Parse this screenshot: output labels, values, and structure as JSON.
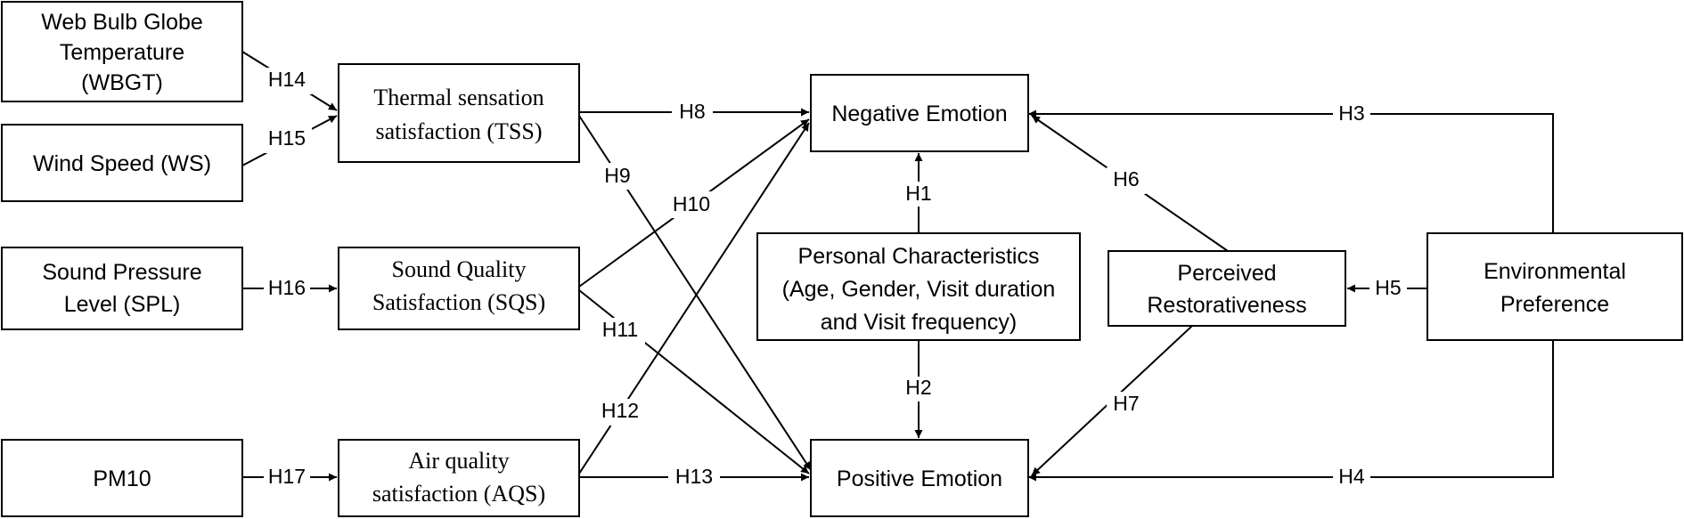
{
  "nodes": {
    "wbgt": [
      "Web Bulb Globe",
      "Temperature",
      "(WBGT)"
    ],
    "ws": [
      "Wind Speed (WS)"
    ],
    "spl": [
      "Sound Pressure",
      "Level (SPL)"
    ],
    "pm10": [
      "PM10"
    ],
    "tss": [
      "Thermal sensation",
      "satisfaction (TSS)"
    ],
    "sqs": [
      "Sound Quality",
      "Satisfaction (SQS)"
    ],
    "aqs": [
      "Air quality",
      "satisfaction (AQS)"
    ],
    "negative": [
      "Negative Emotion"
    ],
    "positive": [
      "Positive Emotion"
    ],
    "personal": [
      "Personal Characteristics",
      "(Age, Gender, Visit duration",
      "and Visit frequency)"
    ],
    "restorative": [
      "Perceived",
      "Restorativeness"
    ],
    "preference": [
      "Environmental",
      "Preference"
    ]
  },
  "hypotheses": {
    "h1": "H1",
    "h2": "H2",
    "h3": "H3",
    "h4": "H4",
    "h5": "H5",
    "h6": "H6",
    "h7": "H7",
    "h8": "H8",
    "h9": "H9",
    "h10": "H10",
    "h11": "H11",
    "h12": "H12",
    "h13": "H13",
    "h14": "H14",
    "h15": "H15",
    "h16": "H16",
    "h17": "H17"
  }
}
